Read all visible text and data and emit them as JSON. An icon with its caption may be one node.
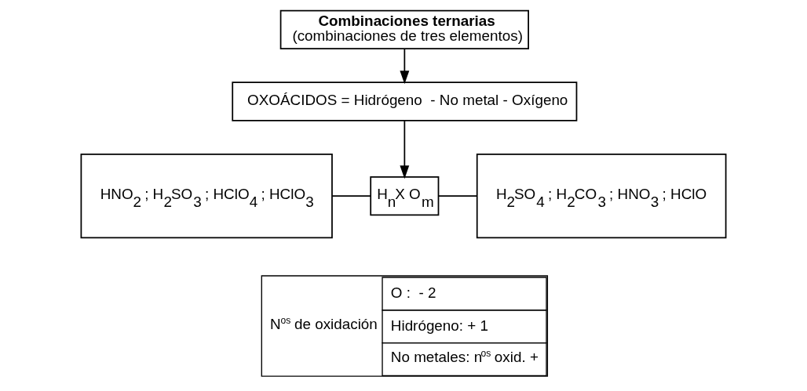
{
  "diagram": {
    "nodes": [
      {
        "text": [
          "Combinaciones ternarias",
          "(combinaciones de tres elementos)"
        ]
      },
      {
        "text": [
          "OXOÁCIDOS = Hidrógeno  - No metal - Oxígeno"
        ]
      },
      {
        "text": [
          "HNO$_{2}$ ; H$_{2}$SO$_{3}$ ; HClO$_{4}$ ; HClO$_{3}$"
        ]
      },
      {
        "text": [
          "H$_{n}$X O$_{m}$"
        ]
      },
      {
        "text": [
          "H$_{2}$SO$_{4}$ ; H$_{2}$CO$_{3}$ ; HNO$_{3}$ ; HClO"
        ]
      },
      {
        "text": [
          "N$^{os}$ de oxidación",
          "O :  - 2",
          "Hidrógeno: + 1",
          "No metales: n$^{os}$ oxid. +"
        ]
      }
    ],
    "edges": [
      {
        "from": 0,
        "to": 1,
        "arrow": "to"
      },
      {
        "from": 1,
        "to": 3,
        "arrow": "to"
      },
      {
        "from": 2,
        "to": 3,
        "arrow": "none"
      },
      {
        "from": 3,
        "to": 4,
        "arrow": "none"
      }
    ]
  }
}
